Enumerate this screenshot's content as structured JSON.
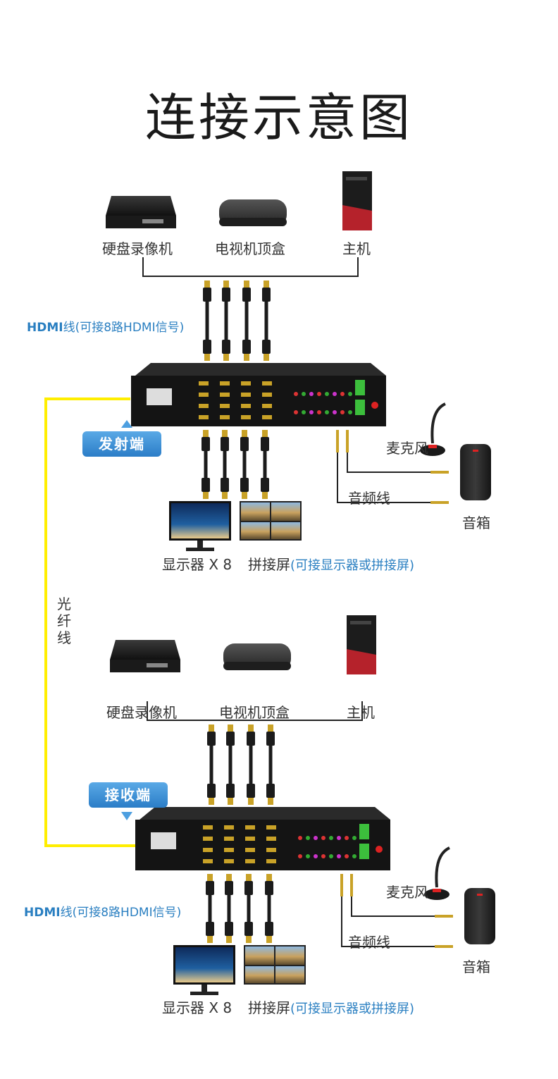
{
  "title": "连接示意图",
  "fiber_label": "光纤线",
  "colors": {
    "fiber": "#ffee00",
    "badge": "#2b7dc7",
    "accent_text": "#2a7fc1"
  },
  "sections": [
    {
      "devices": [
        "硬盘录像机",
        "电视机顶盒",
        "主机"
      ],
      "hdmi_label": {
        "bold": "HDMI",
        "rest": "线(可接8路HDMI信号)"
      },
      "badge": "发射端",
      "mic": "麦克风",
      "audio_cable": "音频线",
      "speaker": "音箱",
      "monitor": "显示器 X 8",
      "splice_prefix": "拼接屏",
      "splice_note": "(可接显示器或拼接屏)"
    },
    {
      "devices": [
        "硬盘录像机",
        "电视机顶盒",
        "主机"
      ],
      "hdmi_label": {
        "bold": "HDMI",
        "rest": "线(可接8路HDMI信号)"
      },
      "badge": "接收端",
      "mic": "麦克风",
      "audio_cable": "音频线",
      "speaker": "音箱",
      "monitor": "显示器 X 8",
      "splice_prefix": "拼接屏",
      "splice_note": "(可接显示器或拼接屏)"
    }
  ]
}
